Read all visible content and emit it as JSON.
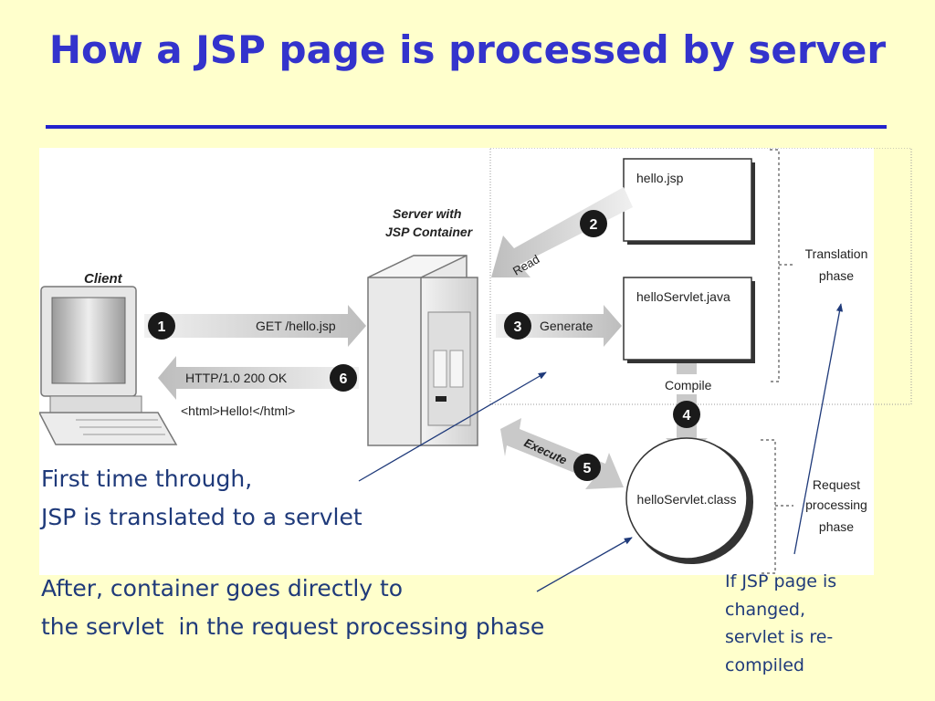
{
  "title": "How a JSP page is processed by server",
  "figure": {
    "client_label": "Client",
    "server_label_line1": "Server with",
    "server_label_line2": "JSP Container",
    "step1": "1",
    "step2": "2",
    "step3": "3",
    "step4": "4",
    "step5": "5",
    "step6": "6",
    "get_request": "GET /hello.jsp",
    "http_response": "HTTP/1.0 200 OK",
    "html_response": "<html>Hello!</html>",
    "read_label": "Read",
    "generate_label": "Generate",
    "compile_label": "Compile",
    "execute_label": "Execute",
    "file_jsp": "hello.jsp",
    "file_java": "helloServlet.java",
    "file_class": "helloServlet.class",
    "translation_phase_line1": "Translation",
    "translation_phase_line2": "phase",
    "request_phase_line1": "Request",
    "request_phase_line2": "processing",
    "request_phase_line3": "phase"
  },
  "notes": {
    "first_line1": "First time through,",
    "first_line2": "JSP is translated to a servlet",
    "after_line1": "After, container goes directly to",
    "after_line2": "the servlet  in the request processing phase",
    "side_line1": "If JSP page is",
    "side_line2": "changed,",
    "side_line3": "servlet is re-",
    "side_line4": "compiled"
  },
  "colors": {
    "background": "#ffffcc",
    "title": "#3333cc",
    "note_text": "#1f3a7a",
    "arrow_gray": "#c8c8c8",
    "step_circle": "#1a1a1a"
  }
}
